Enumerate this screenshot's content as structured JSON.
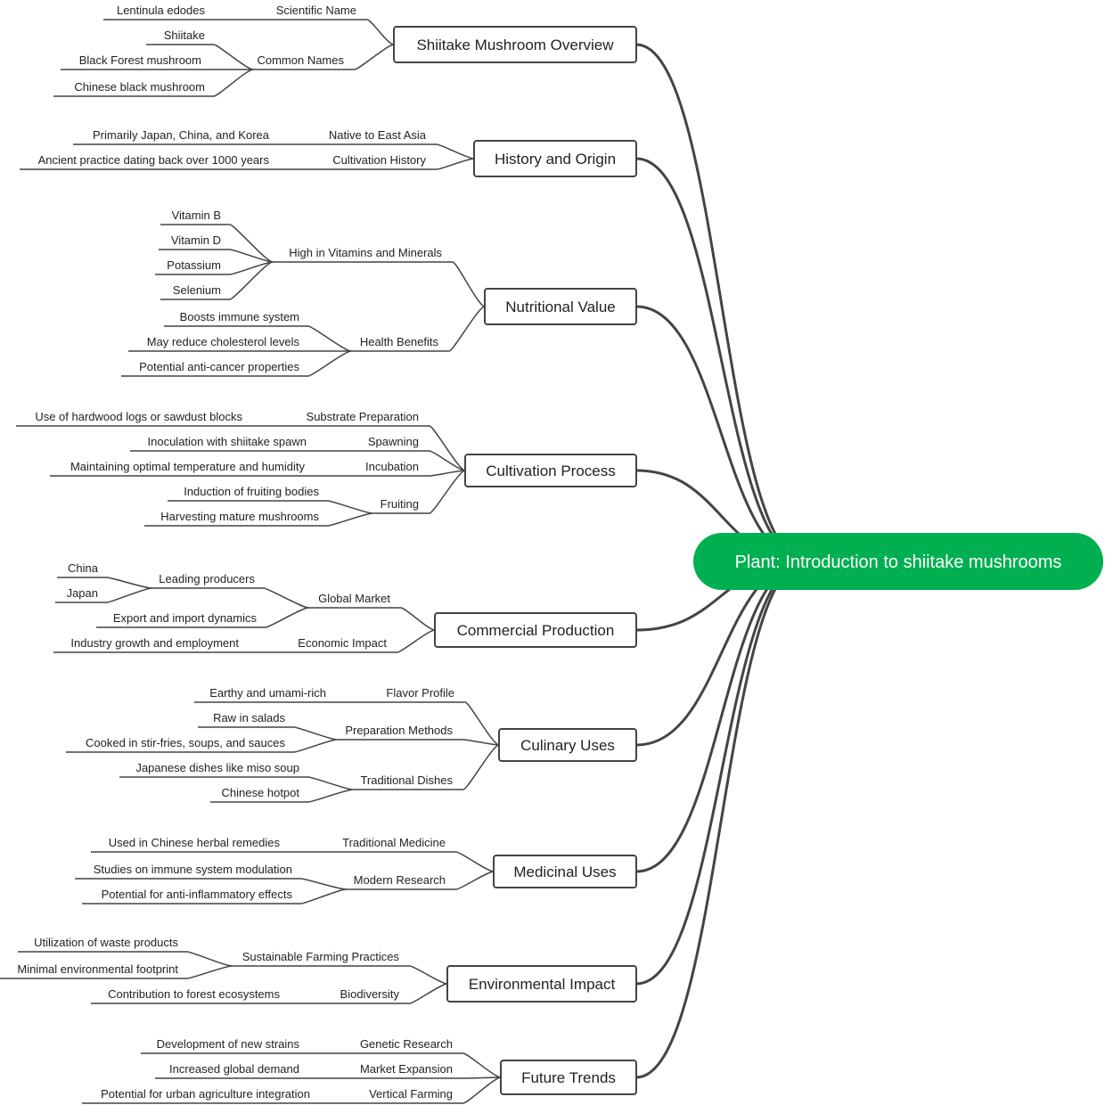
{
  "central": {
    "label": "Plant: Introduction to shiitake mushrooms",
    "color": "#00B050"
  },
  "colors": {
    "line": "#444444",
    "box_border": "#444444",
    "text": "#222222"
  },
  "topics": [
    {
      "label": "Shiitake Mushroom Overview",
      "subtopics": [
        {
          "label": "Scientific Name",
          "details": [
            "Lentinula edodes"
          ]
        },
        {
          "label": "Common Names",
          "details": [
            "Shiitake",
            "Black Forest mushroom",
            "Chinese black mushroom"
          ]
        }
      ]
    },
    {
      "label": "History and Origin",
      "subtopics": [
        {
          "label": "Native to East Asia",
          "details": [
            "Primarily Japan, China, and Korea"
          ]
        },
        {
          "label": "Cultivation History",
          "details": [
            "Ancient practice dating back over 1000 years"
          ]
        }
      ]
    },
    {
      "label": "Nutritional Value",
      "subtopics": [
        {
          "label": "High in Vitamins and Minerals",
          "details": [
            "Vitamin B",
            "Vitamin D",
            "Potassium",
            "Selenium"
          ]
        },
        {
          "label": "Health Benefits",
          "details": [
            "Boosts immune system",
            "May reduce cholesterol levels",
            "Potential anti-cancer properties"
          ]
        }
      ]
    },
    {
      "label": "Cultivation Process",
      "subtopics": [
        {
          "label": "Substrate Preparation",
          "details": [
            "Use of hardwood logs or sawdust blocks"
          ]
        },
        {
          "label": "Spawning",
          "details": [
            "Inoculation with shiitake spawn"
          ]
        },
        {
          "label": "Incubation",
          "details": [
            "Maintaining optimal temperature and humidity"
          ]
        },
        {
          "label": "Fruiting",
          "details": [
            "Induction of fruiting bodies",
            "Harvesting mature mushrooms"
          ]
        }
      ]
    },
    {
      "label": "Commercial Production",
      "subtopics": [
        {
          "label": "Global Market",
          "details": [
            {
              "label": "Leading producers",
              "details": [
                "China",
                "Japan"
              ]
            },
            "Export and import dynamics"
          ]
        },
        {
          "label": "Economic Impact",
          "details": [
            "Industry growth and employment"
          ]
        }
      ]
    },
    {
      "label": "Culinary Uses",
      "subtopics": [
        {
          "label": "Flavor Profile",
          "details": [
            "Earthy and umami-rich"
          ]
        },
        {
          "label": "Preparation Methods",
          "details": [
            "Raw in salads",
            "Cooked in stir-fries, soups, and sauces"
          ]
        },
        {
          "label": "Traditional Dishes",
          "details": [
            "Japanese dishes like miso soup",
            "Chinese hotpot"
          ]
        }
      ]
    },
    {
      "label": "Medicinal Uses",
      "subtopics": [
        {
          "label": "Traditional Medicine",
          "details": [
            "Used in Chinese herbal remedies"
          ]
        },
        {
          "label": "Modern Research",
          "details": [
            "Studies on immune system modulation",
            "Potential for anti-inflammatory effects"
          ]
        }
      ]
    },
    {
      "label": "Environmental Impact",
      "subtopics": [
        {
          "label": "Sustainable Farming Practices",
          "details": [
            "Utilization of waste products",
            "Minimal environmental footprint"
          ]
        },
        {
          "label": "Biodiversity",
          "details": [
            "Contribution to forest ecosystems"
          ]
        }
      ]
    },
    {
      "label": "Future Trends",
      "subtopics": [
        {
          "label": "Genetic Research",
          "details": [
            "Development of new strains"
          ]
        },
        {
          "label": "Market Expansion",
          "details": [
            "Increased global demand"
          ]
        },
        {
          "label": "Vertical Farming",
          "details": [
            "Potential for urban agriculture integration"
          ]
        }
      ]
    }
  ]
}
